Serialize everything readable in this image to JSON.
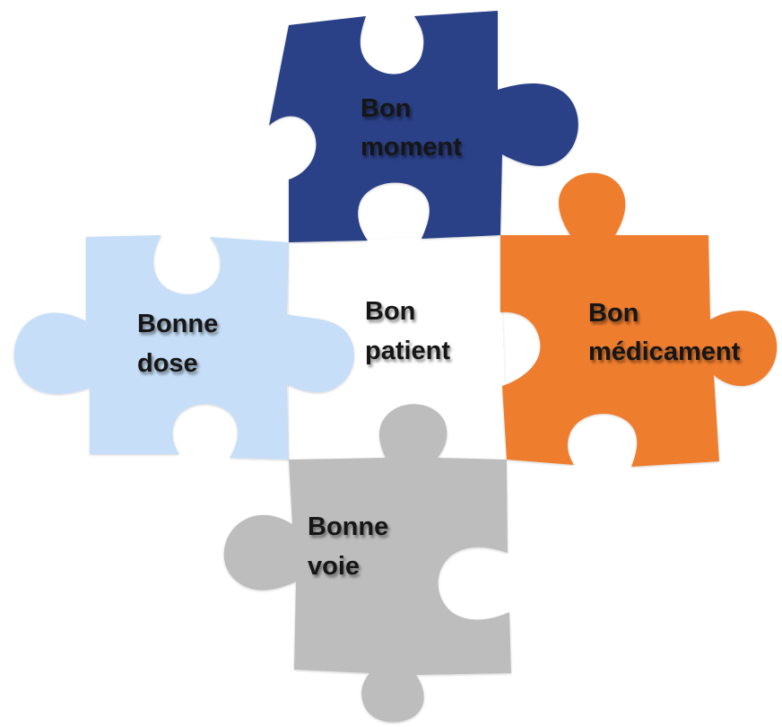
{
  "pieces": [
    {
      "id": "top",
      "lines": [
        "Bon",
        "moment"
      ],
      "color": "#2b3f87"
    },
    {
      "id": "left",
      "lines": [
        "Bonne",
        "dose"
      ],
      "color": "#c6def8"
    },
    {
      "id": "center",
      "lines": [
        "Bon",
        "patient"
      ],
      "color": "#ffffff"
    },
    {
      "id": "right",
      "lines": [
        "Bon",
        "médicament"
      ],
      "color": "#ef7d2d"
    },
    {
      "id": "bottom",
      "lines": [
        "Bonne",
        "voie"
      ],
      "color": "#bdbdbd"
    }
  ]
}
